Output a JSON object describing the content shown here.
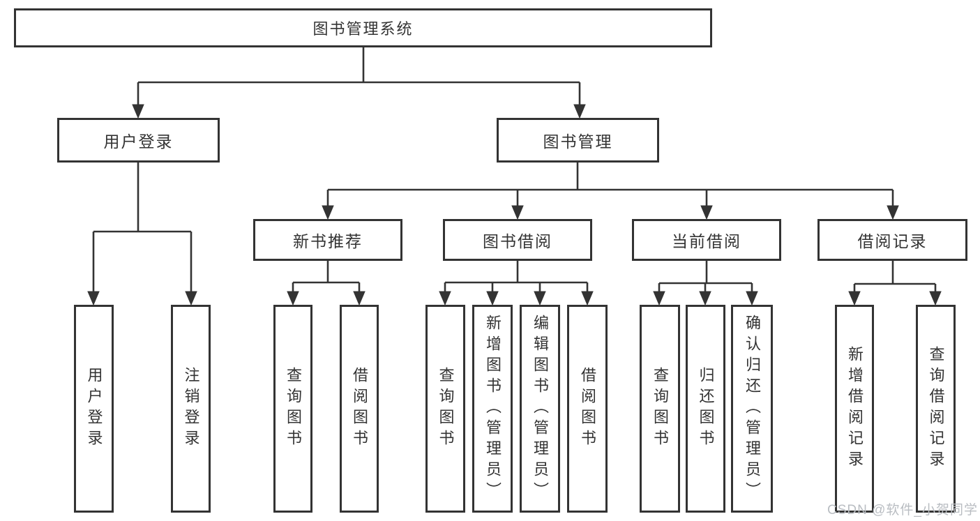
{
  "diagram": {
    "root": {
      "label": "图书管理系统"
    },
    "branches": [
      {
        "label": "用户登录",
        "children": [
          {
            "label": "用户登录"
          },
          {
            "label": "注销登录"
          }
        ]
      },
      {
        "label": "图书管理",
        "sections": [
          {
            "label": "新书推荐",
            "children": [
              {
                "label": "查询图书"
              },
              {
                "label": "借阅图书"
              }
            ]
          },
          {
            "label": "图书借阅",
            "children": [
              {
                "label": "查询图书"
              },
              {
                "label": "新增图书（管理员）"
              },
              {
                "label": "编辑图书（管理员）"
              },
              {
                "label": "借阅图书"
              }
            ]
          },
          {
            "label": "当前借阅",
            "children": [
              {
                "label": "查询图书"
              },
              {
                "label": "归还图书"
              },
              {
                "label": "确认归还（管理员）"
              }
            ]
          },
          {
            "label": "借阅记录",
            "children": [
              {
                "label": "新增借阅记录"
              },
              {
                "label": "查询借阅记录"
              }
            ]
          }
        ]
      }
    ],
    "colors": {
      "line": "#333333",
      "box_border": "#333333",
      "box_fill": "#ffffff",
      "text": "#333333"
    }
  },
  "watermark": {
    "text": "CSDN @软件_小贺同学",
    "color": "#b9bdc2"
  }
}
